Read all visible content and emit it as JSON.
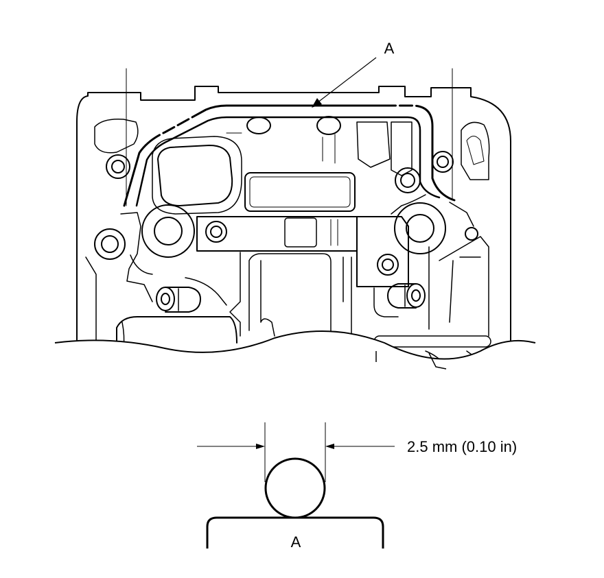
{
  "diagram": {
    "top_callout_label": "A",
    "dimension_label": "2.5 mm (0.10 in)",
    "detail_label": "A"
  }
}
